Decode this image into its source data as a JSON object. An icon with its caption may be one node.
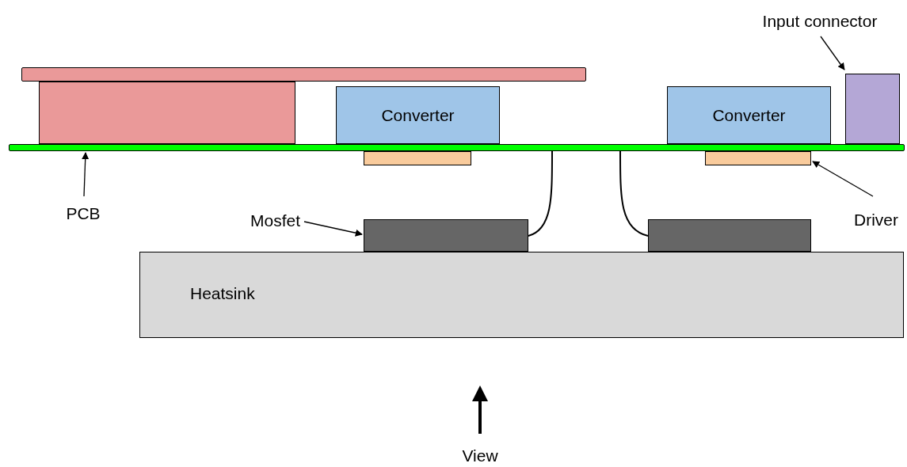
{
  "diagram": {
    "nodes": [
      {
        "text": [],
        "shape": "bar"
      },
      {
        "text": [],
        "shape": "box"
      },
      {
        "text": [
          "Converter"
        ]
      },
      {
        "text": [
          "Converter"
        ]
      },
      {
        "text": [],
        "shape": "box"
      },
      {
        "text": [
          "Input connector"
        ]
      },
      {
        "text": [],
        "shape": "bar"
      },
      {
        "text": [
          "PCB"
        ]
      },
      {
        "text": [],
        "shape": "box"
      },
      {
        "text": [],
        "shape": "box"
      },
      {
        "text": [
          "Driver"
        ]
      },
      {
        "text": [],
        "shape": "box"
      },
      {
        "text": [],
        "shape": "box"
      },
      {
        "text": [
          "Mosfet"
        ]
      },
      {
        "text": [
          "Heatsink"
        ]
      }
    ],
    "edges": [
      {
        "from": 5,
        "to": 4,
        "arrow": "to"
      },
      {
        "from": 7,
        "to": 6,
        "arrow": "to"
      },
      {
        "from": 10,
        "to": 9,
        "arrow": "to"
      },
      {
        "from": 13,
        "to": 11,
        "arrow": "to"
      },
      {
        "from": 11,
        "to": 6,
        "arrow": "none"
      },
      {
        "from": 12,
        "to": 6,
        "arrow": "none"
      }
    ],
    "labels": [
      "View"
    ]
  }
}
